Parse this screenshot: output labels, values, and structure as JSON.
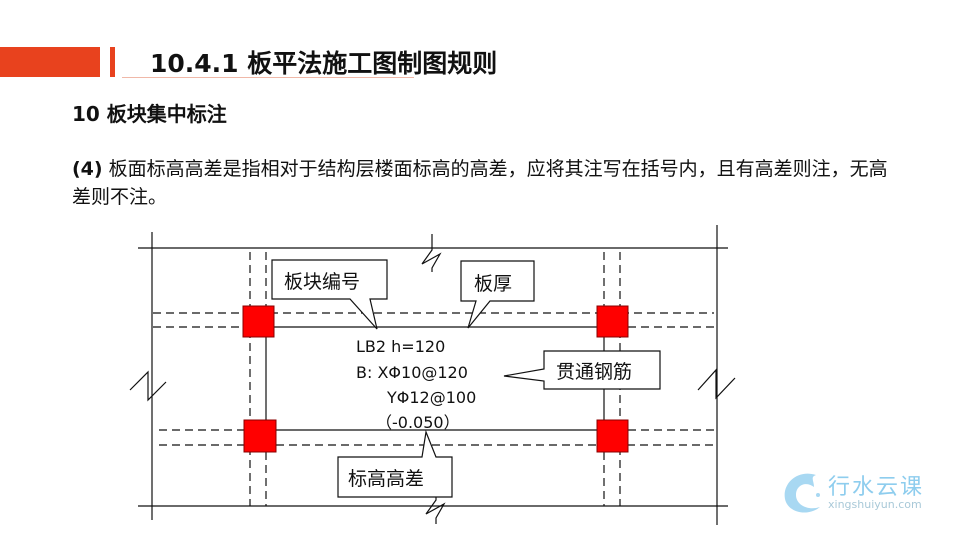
{
  "header": {
    "title": "10.4.1  板平法施工图制图规则",
    "accent_color": "#e8421e"
  },
  "section": {
    "heading": "10 板块集中标注"
  },
  "paragraph": {
    "label": "(4)",
    "text": " 板面标高高差是指相对于结构层楼面标高的高差，应将其注写在括号内，且有高差则注，无高差则不注。"
  },
  "diagram": {
    "callouts": {
      "slab_id": "板块编号",
      "thickness": "板厚",
      "through_rebar": "贯通钢筋",
      "elevation_diff": "标高高差"
    },
    "annotation": {
      "line1": "LB2   h=120",
      "line2": "B:  XΦ10@120",
      "line3": "YΦ12@100",
      "line4": "（-0.050）"
    },
    "column_color": "#ff0000"
  },
  "watermark": {
    "name": "行水云课",
    "url": "xingshuiyun.com"
  }
}
